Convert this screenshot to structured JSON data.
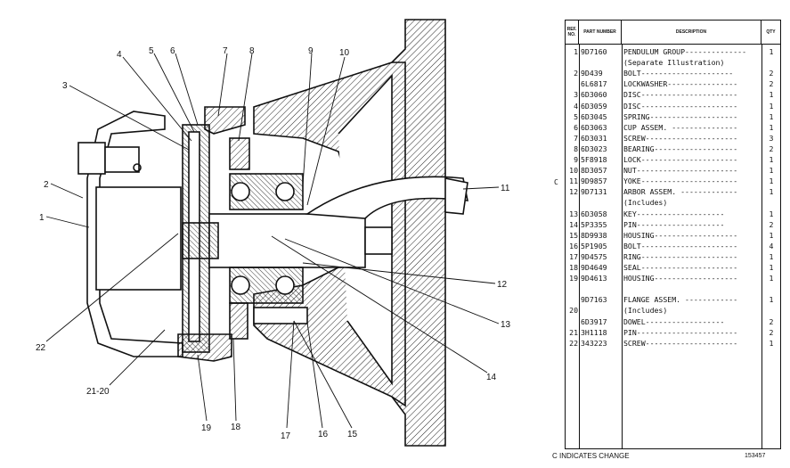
{
  "callouts": [
    "1",
    "2",
    "3",
    "4",
    "5",
    "6",
    "7",
    "8",
    "9",
    "10",
    "11",
    "12",
    "13",
    "14",
    "15",
    "16",
    "17",
    "18",
    "19",
    "21-20",
    "22"
  ],
  "table": {
    "headers": {
      "ref": "REF. NO.",
      "part": "PART NUMBER",
      "desc": "DESCRIPTION",
      "qty": "QTY"
    },
    "rows": [
      {
        "ref": "1",
        "part": "9D7160",
        "desc": "PENDULUM GROUP--------------",
        "qty": "1"
      },
      {
        "ref": "",
        "part": "",
        "desc": "   (Separate Illustration)",
        "qty": ""
      },
      {
        "ref": "2",
        "part": "9D439",
        "desc": "BOLT---------------------",
        "qty": "2"
      },
      {
        "ref": "",
        "part": "6L6817",
        "desc": "LOCKWASHER----------------",
        "qty": "2"
      },
      {
        "ref": "3",
        "part": "6D3060",
        "desc": "DISC----------------------",
        "qty": "1"
      },
      {
        "ref": "4",
        "part": "6D3059",
        "desc": "DISC----------------------",
        "qty": "1"
      },
      {
        "ref": "5",
        "part": "6D3045",
        "desc": "SPRING--------------------",
        "qty": "1"
      },
      {
        "ref": "6",
        "part": "6D3063",
        "desc": "CUP ASSEM. ---------------",
        "qty": "1"
      },
      {
        "ref": "7",
        "part": "6D3031",
        "desc": "SCREW---------------------",
        "qty": "3"
      },
      {
        "ref": "8",
        "part": "6D3023",
        "desc": "BEARING-------------------",
        "qty": "2"
      },
      {
        "ref": "9",
        "part": "5F8918",
        "desc": "LOCK----------------------",
        "qty": "1"
      },
      {
        "ref": "10",
        "part": "8D3057",
        "desc": "NUT-----------------------",
        "qty": "1"
      },
      {
        "ref": "11",
        "part": "9D9857",
        "desc": "YOKE----------------------",
        "qty": "1"
      },
      {
        "ref": "12",
        "part": "9D7131",
        "desc": "ARBOR ASSEM. -------------",
        "qty": "1"
      },
      {
        "ref": "",
        "part": "",
        "desc": "   (Includes)",
        "qty": ""
      },
      {
        "ref": "13",
        "part": "6D3058",
        "desc": "   KEY--------------------",
        "qty": "1"
      },
      {
        "ref": "14",
        "part": "5P3355",
        "desc": "   PIN--------------------",
        "qty": "2"
      },
      {
        "ref": "15",
        "part": "8D9938",
        "desc": "HOUSING-------------------",
        "qty": "1"
      },
      {
        "ref": "16",
        "part": "5P1905",
        "desc": "BOLT----------------------",
        "qty": "4"
      },
      {
        "ref": "17",
        "part": "9D4575",
        "desc": "RING----------------------",
        "qty": "1"
      },
      {
        "ref": "18",
        "part": "9D4649",
        "desc": "SEAL----------------------",
        "qty": "1"
      },
      {
        "ref": "19",
        "part": "9D4613",
        "desc": "HOUSING-------------------",
        "qty": "1"
      },
      {
        "ref": "",
        "part": "",
        "desc": "",
        "qty": ""
      },
      {
        "ref": "",
        "part": "9D7163",
        "desc": "FLANGE ASSEM. ------------",
        "qty": "1"
      },
      {
        "ref": "20",
        "part": "",
        "desc": "   (Includes)",
        "qty": ""
      },
      {
        "ref": "",
        "part": "6D3917",
        "desc": "   DOWEL------------------",
        "qty": "2"
      },
      {
        "ref": "21",
        "part": "3H1118",
        "desc": "PIN-----------------------",
        "qty": "2"
      },
      {
        "ref": "22",
        "part": "343223",
        "desc": "SCREW---------------------",
        "qty": "1"
      }
    ]
  },
  "change_mark": "C",
  "footer": {
    "note": "C INDICATES CHANGE",
    "illustration_no": "153457"
  }
}
